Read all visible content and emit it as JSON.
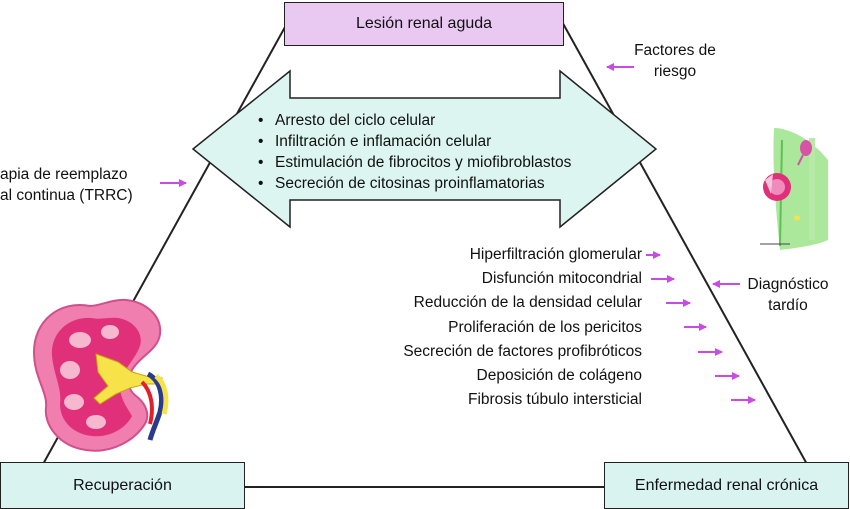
{
  "colors": {
    "top_box": "#e9c9f2",
    "corner_boxes": "#d9f3f0",
    "arrow_fill": "#dcf5f1",
    "pointer_arrows": "#c94be6",
    "triangle_lines": "#222222"
  },
  "top_box_label": "Lesión renal aguda",
  "bottom_left_label": "Recuperación",
  "bottom_right_label": "Enfermedad renal crónica",
  "double_arrow_items": [
    "Arresto del ciclo celular",
    "Infiltración e inflamación celular",
    "Estimulación de fibrocitos y miofibroblastos",
    "Secreción de citosinas proinflamatorias"
  ],
  "left_annotation": {
    "line1": "apia de reemplazo",
    "line2": "al continua (TRRC)"
  },
  "risk_factors": {
    "line1": "Factores de",
    "line2": "riesgo"
  },
  "late_diagnosis": {
    "line1": "Diagnóstico",
    "line2": "tardío"
  },
  "progression_factors": [
    "Hiperfiltración glomerular",
    "Disfunción mitocondrial",
    "Reducción de la densidad celular",
    "Proliferación de los pericitos",
    "Secreción de factores profibróticos",
    "Deposición de colágeno",
    "Fibrosis túbulo intersticial"
  ],
  "icons": {
    "kidney": "kidney-cross-section-icon",
    "nephron": "nephron-tubule-icon"
  }
}
